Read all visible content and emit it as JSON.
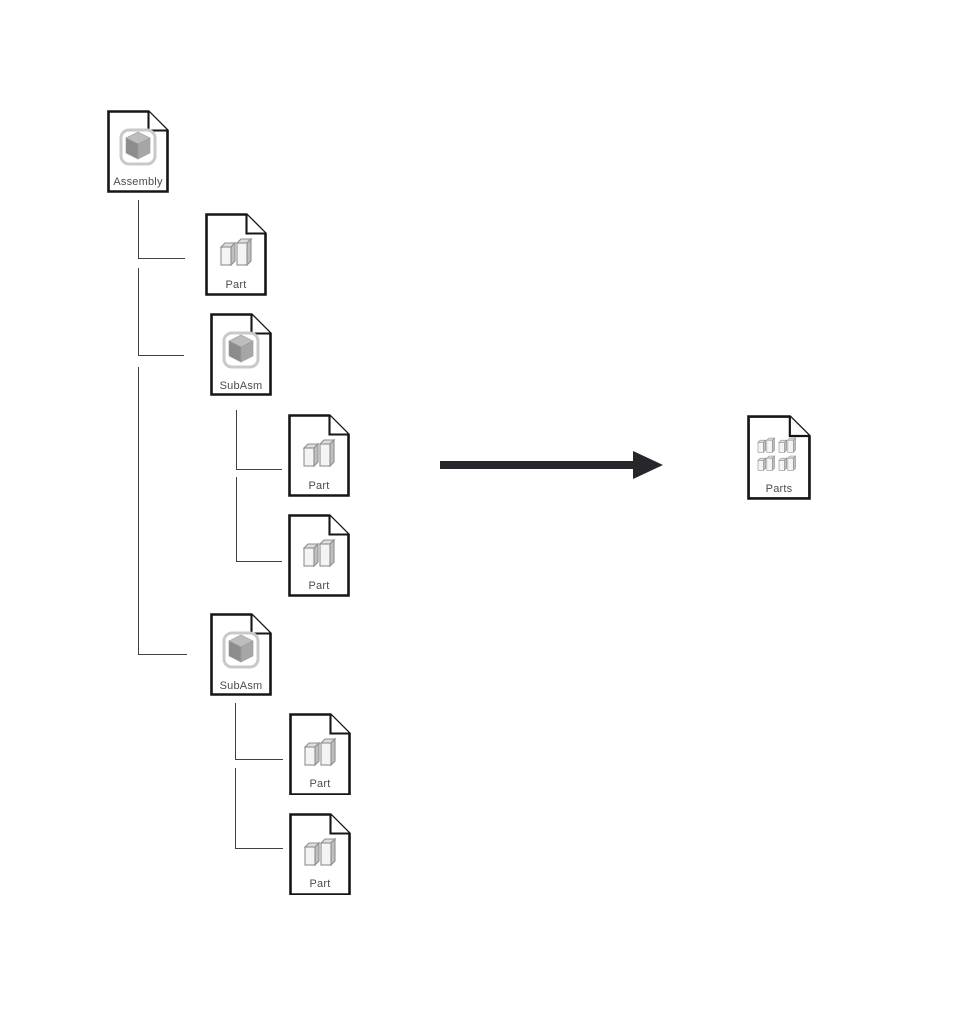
{
  "diagram": {
    "nodes": {
      "assembly": {
        "label": "Assembly",
        "icon": "assembly-cube-icon"
      },
      "part1": {
        "label": "Part",
        "icon": "part-blocks-icon"
      },
      "subasm1": {
        "label": "SubAsm",
        "icon": "assembly-cube-icon"
      },
      "part2": {
        "label": "Part",
        "icon": "part-blocks-icon"
      },
      "part3": {
        "label": "Part",
        "icon": "part-blocks-icon"
      },
      "subasm2": {
        "label": "SubAsm",
        "icon": "assembly-cube-icon"
      },
      "part4": {
        "label": "Part",
        "icon": "part-blocks-icon"
      },
      "part5": {
        "label": "Part",
        "icon": "parts-grid-icon"
      },
      "parts": {
        "label": "Parts",
        "icon": "parts-grid-icon"
      }
    },
    "hierarchy": {
      "assembly": [
        "part1",
        "subasm1",
        "subasm2"
      ],
      "subasm1": [
        "part2",
        "part3"
      ],
      "subasm2": [
        "part4",
        "part5"
      ]
    },
    "arrow": {
      "from": "assembly-tree",
      "to": "parts"
    },
    "colors": {
      "background": "#ffffff",
      "page_border": "#161616",
      "connector": "#404040",
      "arrow": "#26262b",
      "label_text": "#4c4c4c",
      "glyph_gray_dark": "#8c8c8c",
      "glyph_gray_mid": "#a6a6a6",
      "glyph_gray_light": "#c9c9c9"
    }
  }
}
